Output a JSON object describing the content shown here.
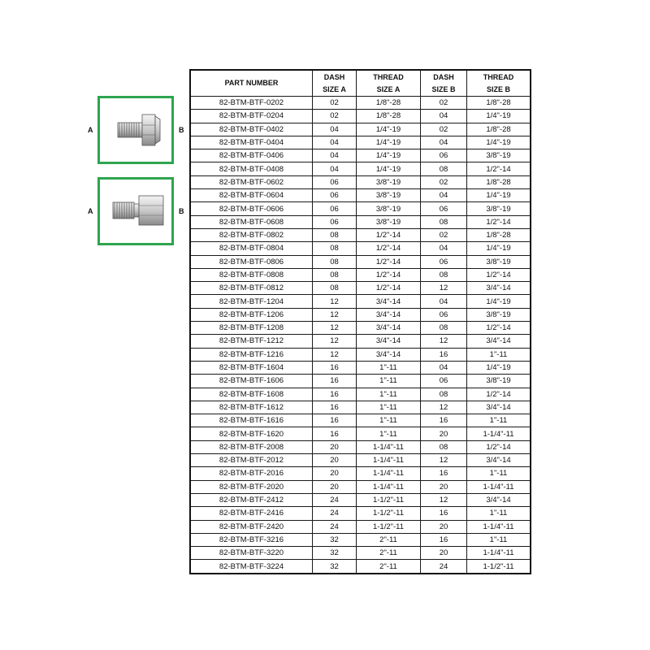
{
  "figures": [
    {
      "left_label": "A",
      "right_label": "B",
      "icon": "male-to-male-adapter-icon"
    },
    {
      "left_label": "A",
      "right_label": "B",
      "icon": "male-to-female-adapter-icon"
    }
  ],
  "table": {
    "headers": [
      [
        "PART NUMBER"
      ],
      [
        "DASH",
        "SIZE A"
      ],
      [
        "THREAD",
        "SIZE A"
      ],
      [
        "DASH",
        "SIZE B"
      ],
      [
        "THREAD",
        "SIZE B"
      ]
    ],
    "rows": [
      [
        "82-BTM-BTF-0202",
        "02",
        "1/8\"-28",
        "02",
        "1/8\"-28"
      ],
      [
        "82-BTM-BTF-0204",
        "02",
        "1/8\"-28",
        "04",
        "1/4\"-19"
      ],
      [
        "82-BTM-BTF-0402",
        "04",
        "1/4\"-19",
        "02",
        "1/8\"-28"
      ],
      [
        "82-BTM-BTF-0404",
        "04",
        "1/4\"-19",
        "04",
        "1/4\"-19"
      ],
      [
        "82-BTM-BTF-0406",
        "04",
        "1/4\"-19",
        "06",
        "3/8\"-19"
      ],
      [
        "82-BTM-BTF-0408",
        "04",
        "1/4\"-19",
        "08",
        "1/2\"-14"
      ],
      [
        "82-BTM-BTF-0602",
        "06",
        "3/8\"-19",
        "02",
        "1/8\"-28"
      ],
      [
        "82-BTM-BTF-0604",
        "06",
        "3/8\"-19",
        "04",
        "1/4\"-19"
      ],
      [
        "82-BTM-BTF-0606",
        "06",
        "3/8\"-19",
        "06",
        "3/8\"-19"
      ],
      [
        "82-BTM-BTF-0608",
        "06",
        "3/8\"-19",
        "08",
        "1/2\"-14"
      ],
      [
        "82-BTM-BTF-0802",
        "08",
        "1/2\"-14",
        "02",
        "1/8\"-28"
      ],
      [
        "82-BTM-BTF-0804",
        "08",
        "1/2\"-14",
        "04",
        "1/4\"-19"
      ],
      [
        "82-BTM-BTF-0806",
        "08",
        "1/2\"-14",
        "06",
        "3/8\"-19"
      ],
      [
        "82-BTM-BTF-0808",
        "08",
        "1/2\"-14",
        "08",
        "1/2\"-14"
      ],
      [
        "82-BTM-BTF-0812",
        "08",
        "1/2\"-14",
        "12",
        "3/4\"-14"
      ],
      [
        "82-BTM-BTF-1204",
        "12",
        "3/4\"-14",
        "04",
        "1/4\"-19"
      ],
      [
        "82-BTM-BTF-1206",
        "12",
        "3/4\"-14",
        "06",
        "3/8\"-19"
      ],
      [
        "82-BTM-BTF-1208",
        "12",
        "3/4\"-14",
        "08",
        "1/2\"-14"
      ],
      [
        "82-BTM-BTF-1212",
        "12",
        "3/4\"-14",
        "12",
        "3/4\"-14"
      ],
      [
        "82-BTM-BTF-1216",
        "12",
        "3/4\"-14",
        "16",
        "1\"-11"
      ],
      [
        "82-BTM-BTF-1604",
        "16",
        "1\"-11",
        "04",
        "1/4\"-19"
      ],
      [
        "82-BTM-BTF-1606",
        "16",
        "1\"-11",
        "06",
        "3/8\"-19"
      ],
      [
        "82-BTM-BTF-1608",
        "16",
        "1\"-11",
        "08",
        "1/2\"-14"
      ],
      [
        "82-BTM-BTF-1612",
        "16",
        "1\"-11",
        "12",
        "3/4\"-14"
      ],
      [
        "82-BTM-BTF-1616",
        "16",
        "1\"-11",
        "16",
        "1\"-11"
      ],
      [
        "82-BTM-BTF-1620",
        "16",
        "1\"-11",
        "20",
        "1-1/4\"-11"
      ],
      [
        "82-BTM-BTF-2008",
        "20",
        "1-1/4\"-11",
        "08",
        "1/2\"-14"
      ],
      [
        "82-BTM-BTF-2012",
        "20",
        "1-1/4\"-11",
        "12",
        "3/4\"-14"
      ],
      [
        "82-BTM-BTF-2016",
        "20",
        "1-1/4\"-11",
        "16",
        "1\"-11"
      ],
      [
        "82-BTM-BTF-2020",
        "20",
        "1-1/4\"-11",
        "20",
        "1-1/4\"-11"
      ],
      [
        "82-BTM-BTF-2412",
        "24",
        "1-1/2\"-11",
        "12",
        "3/4\"-14"
      ],
      [
        "82-BTM-BTF-2416",
        "24",
        "1-1/2\"-11",
        "16",
        "1\"-11"
      ],
      [
        "82-BTM-BTF-2420",
        "24",
        "1-1/2\"-11",
        "20",
        "1-1/4\"-11"
      ],
      [
        "82-BTM-BTF-3216",
        "32",
        "2\"-11",
        "16",
        "1\"-11"
      ],
      [
        "82-BTM-BTF-3220",
        "32",
        "2\"-11",
        "20",
        "1-1/4\"-11"
      ],
      [
        "82-BTM-BTF-3224",
        "32",
        "2\"-11",
        "24",
        "1-1/2\"-11"
      ]
    ]
  },
  "colors": {
    "figure_border": "#2ea44f",
    "table_border": "#1a1a1a"
  }
}
